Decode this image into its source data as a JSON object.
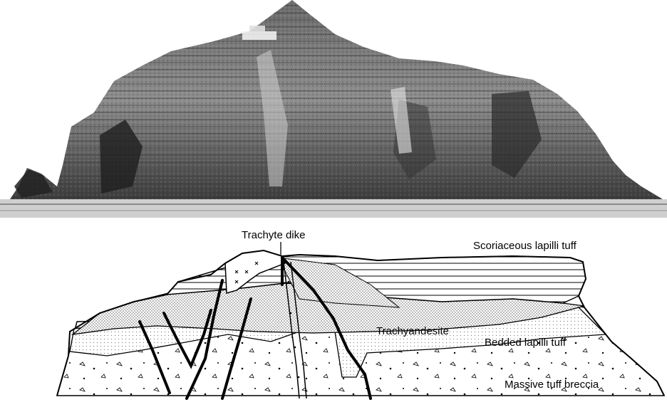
{
  "photo": {
    "subject": "island-cliff-photograph"
  },
  "diagram": {
    "labels": {
      "dike": "Trachyte dike",
      "scoriaceous": "Scoriaceous lapilli tuff",
      "trachyandesite": "Trachyandesite",
      "bedded": "Bedded lapilli tuff",
      "massive": "Massive tuff breccia"
    },
    "colors": {
      "outline": "#000000",
      "stipple": "#c8c8c8",
      "trachyandesite_fill": "#e2e2e2",
      "massive_fill": "#f7f7f7"
    }
  }
}
